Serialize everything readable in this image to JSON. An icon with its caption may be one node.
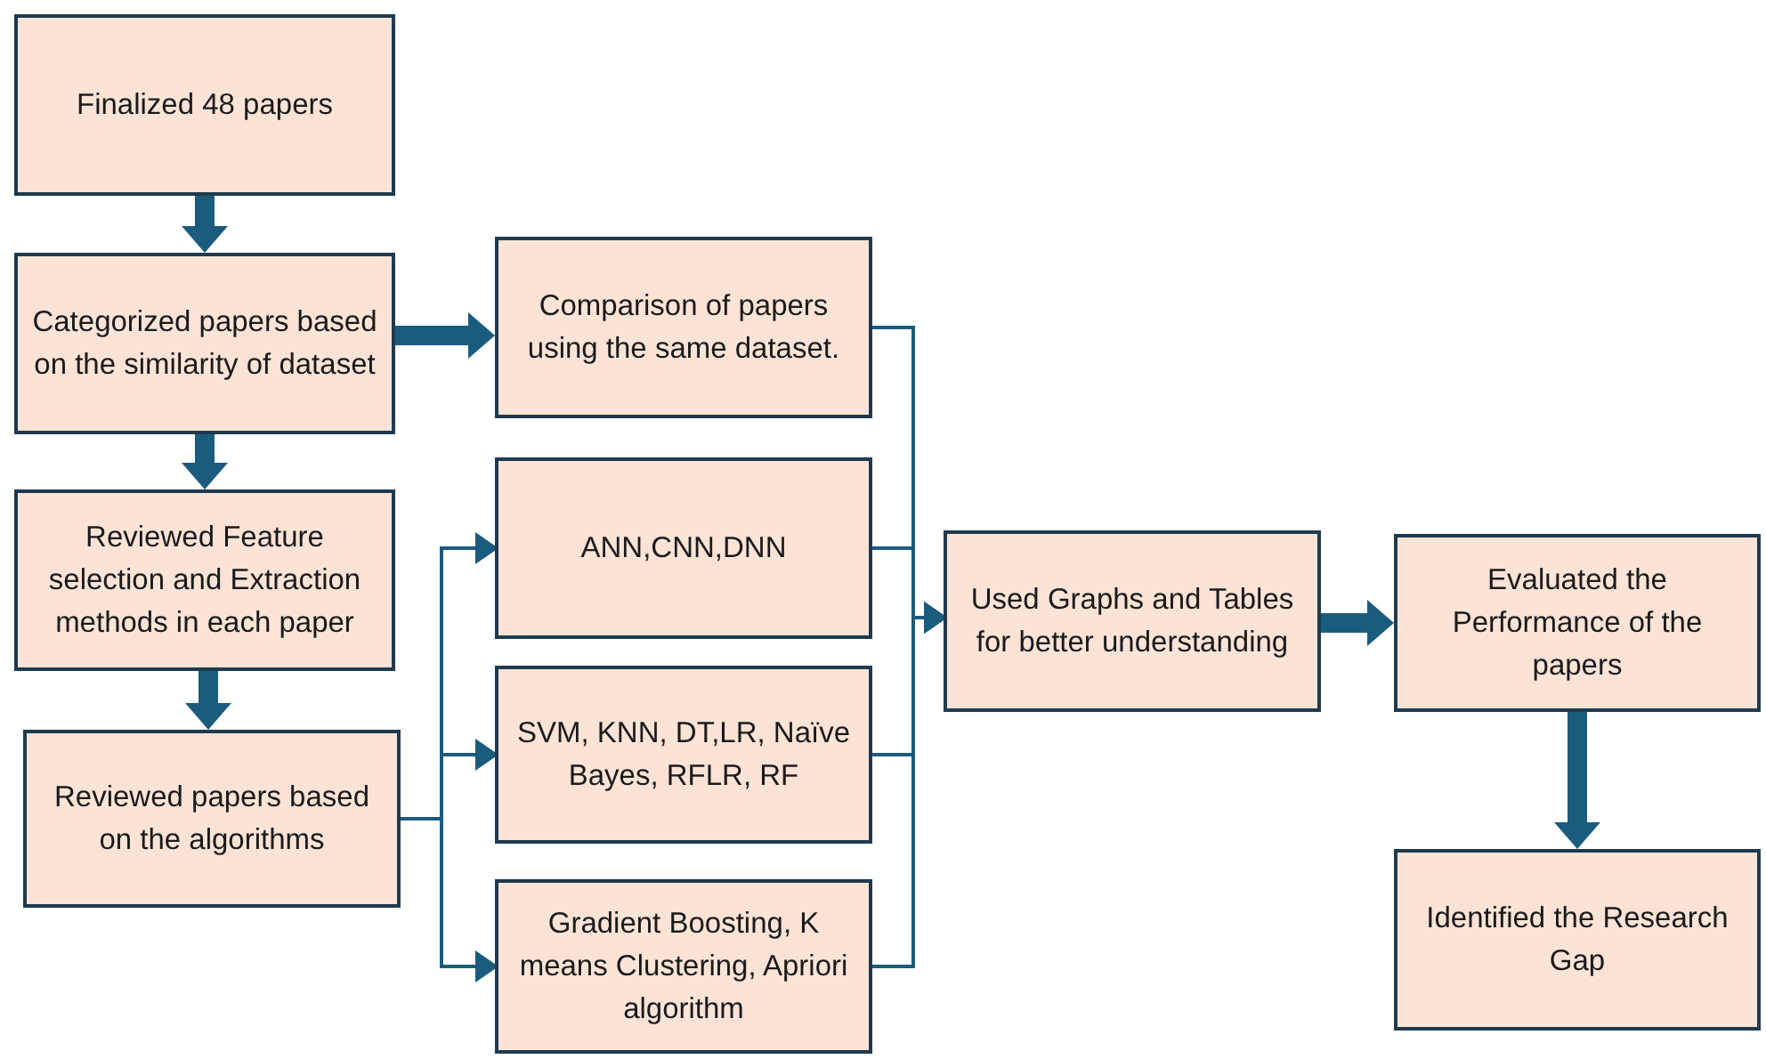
{
  "diagram": {
    "nodes": [
      {
        "text": [
          "Finalized 48 papers"
        ]
      },
      {
        "text": [
          "Categorized papers based on the similarity of dataset"
        ]
      },
      {
        "text": [
          "Comparison of papers using the same dataset."
        ]
      },
      {
        "text": [
          "Reviewed Feature selection and Extraction methods in each paper"
        ]
      },
      {
        "text": [
          "ANN,CNN,DNN"
        ]
      },
      {
        "text": [
          "Reviewed papers based on the algorithms"
        ]
      },
      {
        "text": [
          "SVM, KNN, DT,LR, Naïve Bayes, RFLR, RF"
        ]
      },
      {
        "text": [
          "Gradient Boosting, K means Clustering, Apriori algorithm"
        ]
      },
      {
        "text": [
          "Used Graphs and Tables for better understanding"
        ]
      },
      {
        "text": [
          "Evaluated the Performance of the papers"
        ]
      },
      {
        "text": [
          "Identified the Research Gap"
        ]
      }
    ],
    "edges": [
      {
        "from": 0,
        "to": 1,
        "arrow": "to",
        "style": "thick"
      },
      {
        "from": 1,
        "to": 2,
        "arrow": "to",
        "style": "thick"
      },
      {
        "from": 1,
        "to": 3,
        "arrow": "to",
        "style": "thick"
      },
      {
        "from": 3,
        "to": 5,
        "arrow": "to",
        "style": "thick"
      },
      {
        "from": 5,
        "to": 4,
        "arrow": "to"
      },
      {
        "from": 5,
        "to": 6,
        "arrow": "to"
      },
      {
        "from": 5,
        "to": 7,
        "arrow": "to"
      },
      {
        "from": 2,
        "to": 8,
        "arrow": "to"
      },
      {
        "from": 4,
        "to": 8,
        "arrow": "to"
      },
      {
        "from": 6,
        "to": 8,
        "arrow": "to"
      },
      {
        "from": 7,
        "to": 8,
        "arrow": "to"
      },
      {
        "from": 8,
        "to": 9,
        "arrow": "to",
        "style": "thick"
      },
      {
        "from": 9,
        "to": 10,
        "arrow": "to",
        "style": "thick"
      }
    ]
  }
}
